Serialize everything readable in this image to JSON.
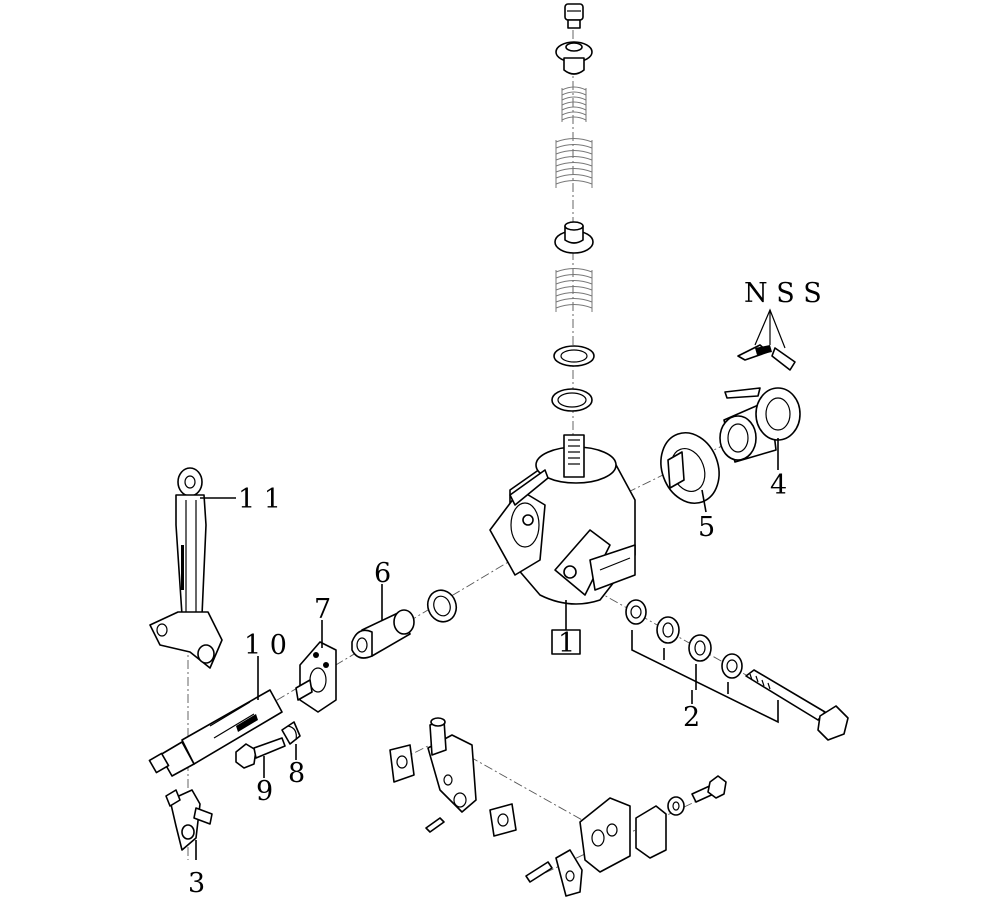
{
  "labels": {
    "l1": "1",
    "l2": "2",
    "l3": "3",
    "l4": "4",
    "l5": "5",
    "l6": "6",
    "l7": "7",
    "l8": "8",
    "l9": "9",
    "l10": "1 0",
    "l11": "1 1",
    "nss": "N S S"
  }
}
